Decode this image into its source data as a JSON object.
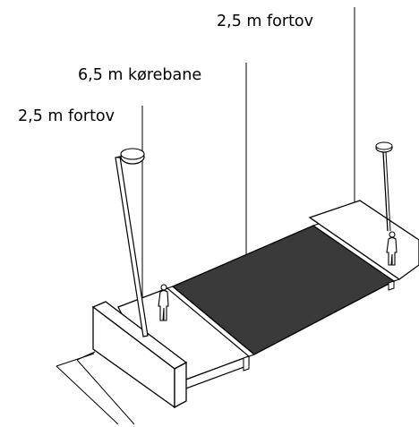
{
  "labels": {
    "sidewalk_right": "2,5 m fortov",
    "roadway": "6,5 m kørebane",
    "sidewalk_left": "2,5 m fortov"
  },
  "colors": {
    "roadway": "#3a3a3a",
    "sidewalk": "#ffffff",
    "line": "#000000",
    "background": "#ffffff"
  },
  "icons": {
    "pedestrian": "pedestrian-icon",
    "street_lamp": "street-lamp-icon"
  }
}
